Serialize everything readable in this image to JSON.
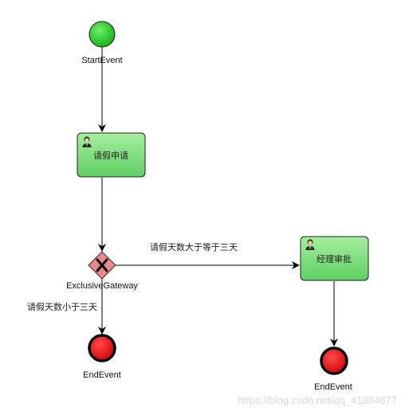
{
  "diagram": {
    "start_event": {
      "label": "StartEvent",
      "color": "#22c922"
    },
    "task_leave": {
      "label": "请假申请",
      "icon": "user-icon"
    },
    "gateway": {
      "label": "ExclusiveGateway",
      "color": "#e8888a"
    },
    "flow_to_manager": {
      "label": "请假天数大于等于三天"
    },
    "flow_to_end": {
      "label": "请假天数小于三天"
    },
    "task_manager": {
      "label": "经理审批",
      "icon": "user-icon"
    },
    "end_event_left": {
      "label": "EndEvent",
      "color": "#ee1111"
    },
    "end_event_right": {
      "label": "EndEvent",
      "color": "#ee1111"
    },
    "task_fill_color": "#7ddc7d"
  },
  "watermark": "https://blog.csdn.net/qq_41884677"
}
